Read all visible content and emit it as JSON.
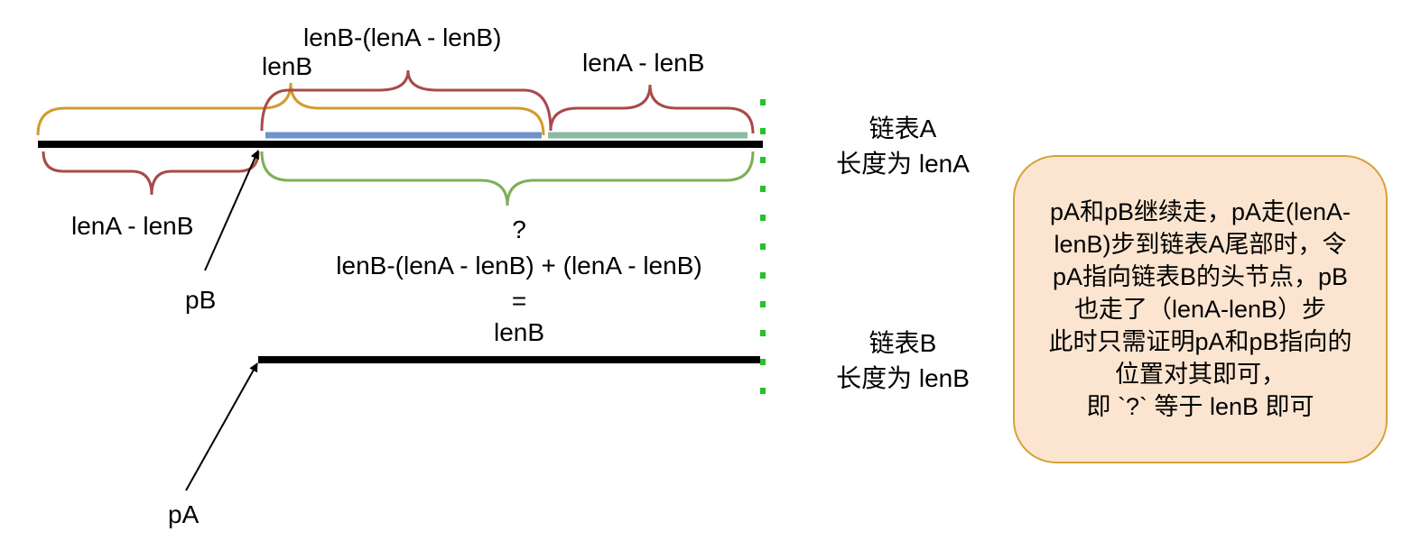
{
  "colors": {
    "orange_brace": "#d39b2c",
    "red_brace": "#a94a4a",
    "green_brace": "#7fae57",
    "blue_segment": "#6e93cc",
    "teal_segment": "#89bca3",
    "green_dots": "#25c22a",
    "main_line": "#000000",
    "note_fill": "#fbe5d0",
    "note_border": "#d6a23a"
  },
  "labels": {
    "lenB_top": "lenB",
    "lenB_minus_diff_top": "lenB-(lenA - lenB)",
    "lenA_minus_lenB_top": "lenA - lenB",
    "lenA_minus_lenB_bottom": "lenA - lenB",
    "pB": "pB",
    "pA": "pA",
    "question": "?",
    "expr": "lenB-(lenA - lenB) + (lenA - lenB)",
    "equals": "=",
    "result": "lenB"
  },
  "list_a": {
    "name": "链表A",
    "length": "长度为 lenA"
  },
  "list_b": {
    "name": "链表B",
    "length": "长度为 lenB"
  },
  "note": {
    "lines": [
      "pA和pB继续走，pA走(lenA-",
      "lenB)步到链表A尾部时，令",
      "pA指向链表B的头节点，pB",
      "也走了（lenA-lenB）步",
      "此时只需证明pA和pB指向的",
      "位置对其即可，",
      "即 `?` 等于 lenB 即可"
    ]
  }
}
